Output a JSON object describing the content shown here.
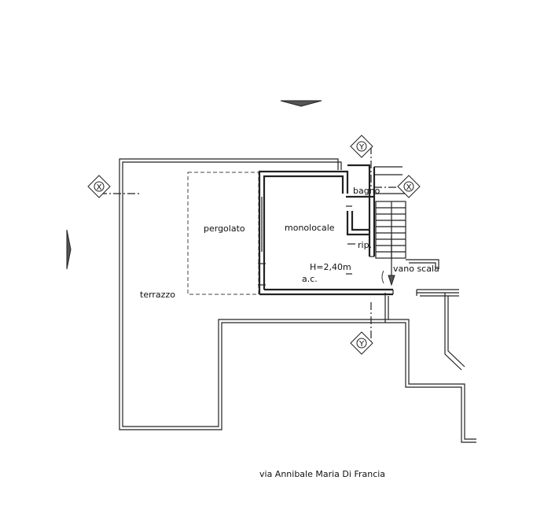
{
  "rooms": {
    "terrazzo": "terrazzo",
    "pergolato": "pergolato",
    "monolocale": "monolocale",
    "bagno": "bagno",
    "ripostiglio": "rip.",
    "vano_scala": "vano scala",
    "height": "H=2,40m",
    "ac": "a.c."
  },
  "section_marks": {
    "x_label": "X",
    "y_label": "Y"
  },
  "street": "via Annibale Maria Di Francia"
}
